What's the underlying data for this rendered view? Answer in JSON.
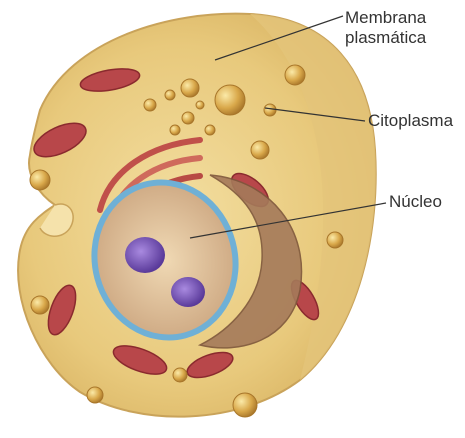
{
  "labels": {
    "membrana_line1": "Membrana",
    "membrana_line2": "plasmática",
    "citoplasma": "Citoplasma",
    "nucleo": "Núcleo"
  },
  "colors": {
    "cytoplasm": "#e9cf86",
    "membrane_surface": "#f1dc9c",
    "mitochondria": "#b8474a",
    "nucleus_envelope": "#6fb0d6",
    "nucleolus": "#7a4fb6",
    "vesicles": "#d8a84a",
    "label_lines": "#333333"
  },
  "icons": {
    "cell": "animal-cell-illustration"
  }
}
